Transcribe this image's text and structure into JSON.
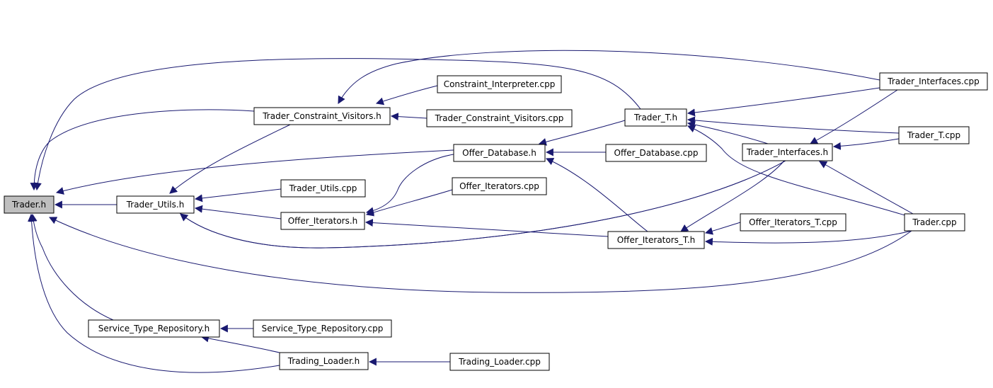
{
  "graph": {
    "focus": "Trader.h",
    "colors": {
      "edge": "#191970",
      "node_fill": "#ffffff",
      "focus_fill": "#bfbfbf",
      "node_border": "#000000"
    },
    "nodes": [
      {
        "id": "trader_h",
        "label": "Trader.h",
        "focus": true
      },
      {
        "id": "trader_utils_h",
        "label": "Trader_Utils.h"
      },
      {
        "id": "tcv_h",
        "label": "Trader_Constraint_Visitors.h"
      },
      {
        "id": "ci_cpp",
        "label": "Constraint_Interpreter.cpp"
      },
      {
        "id": "tcv_cpp",
        "label": "Trader_Constraint_Visitors.cpp"
      },
      {
        "id": "trader_utils_cpp",
        "label": "Trader_Utils.cpp"
      },
      {
        "id": "offer_iterators_h",
        "label": "Offer_Iterators.h"
      },
      {
        "id": "offer_iterators_cpp",
        "label": "Offer_Iterators.cpp"
      },
      {
        "id": "offer_database_h",
        "label": "Offer_Database.h"
      },
      {
        "id": "offer_database_cpp",
        "label": "Offer_Database.cpp"
      },
      {
        "id": "trader_t_h",
        "label": "Trader_T.h"
      },
      {
        "id": "trader_interfaces_h",
        "label": "Trader_Interfaces.h"
      },
      {
        "id": "trader_interfaces_cpp",
        "label": "Trader_Interfaces.cpp"
      },
      {
        "id": "trader_t_cpp",
        "label": "Trader_T.cpp"
      },
      {
        "id": "trader_cpp",
        "label": "Trader.cpp"
      },
      {
        "id": "offer_iterators_t_h",
        "label": "Offer_Iterators_T.h"
      },
      {
        "id": "offer_iterators_t_cpp",
        "label": "Offer_Iterators_T.cpp"
      },
      {
        "id": "str_h",
        "label": "Service_Type_Repository.h"
      },
      {
        "id": "str_cpp",
        "label": "Service_Type_Repository.cpp"
      },
      {
        "id": "trading_loader_h",
        "label": "Trading_Loader.h"
      },
      {
        "id": "trading_loader_cpp",
        "label": "Trading_Loader.cpp"
      }
    ],
    "edges": [
      {
        "from": "trader_utils_h",
        "to": "trader_h"
      },
      {
        "from": "tcv_h",
        "to": "trader_h"
      },
      {
        "from": "offer_database_h",
        "to": "trader_h"
      },
      {
        "from": "trader_t_h",
        "to": "trader_h"
      },
      {
        "from": "trader_interfaces_h",
        "to": "trader_h"
      },
      {
        "from": "trader_cpp",
        "to": "trader_h"
      },
      {
        "from": "str_h",
        "to": "trader_h"
      },
      {
        "from": "trading_loader_h",
        "to": "trader_h"
      },
      {
        "from": "ci_cpp",
        "to": "tcv_h"
      },
      {
        "from": "tcv_cpp",
        "to": "tcv_h"
      },
      {
        "from": "trader_interfaces_cpp",
        "to": "tcv_h"
      },
      {
        "from": "tcv_h",
        "to": "trader_utils_h"
      },
      {
        "from": "trader_utils_cpp",
        "to": "trader_utils_h"
      },
      {
        "from": "offer_iterators_h",
        "to": "trader_utils_h"
      },
      {
        "from": "trader_interfaces_h",
        "to": "trader_utils_h"
      },
      {
        "from": "offer_iterators_cpp",
        "to": "offer_iterators_h"
      },
      {
        "from": "offer_database_h",
        "to": "offer_iterators_h"
      },
      {
        "from": "offer_iterators_t_h",
        "to": "offer_iterators_h"
      },
      {
        "from": "offer_database_cpp",
        "to": "offer_database_h"
      },
      {
        "from": "trader_t_h",
        "to": "offer_database_h"
      },
      {
        "from": "offer_iterators_t_h",
        "to": "offer_database_h"
      },
      {
        "from": "trader_interfaces_cpp",
        "to": "trader_t_h"
      },
      {
        "from": "trader_t_cpp",
        "to": "trader_t_h"
      },
      {
        "from": "trader_interfaces_h",
        "to": "trader_t_h"
      },
      {
        "from": "trader_cpp",
        "to": "trader_t_h"
      },
      {
        "from": "trader_interfaces_cpp",
        "to": "trader_interfaces_h"
      },
      {
        "from": "trader_t_cpp",
        "to": "trader_interfaces_h"
      },
      {
        "from": "trader_cpp",
        "to": "trader_interfaces_h"
      },
      {
        "from": "trader_interfaces_h",
        "to": "offer_iterators_t_h"
      },
      {
        "from": "offer_iterators_t_cpp",
        "to": "offer_iterators_t_h"
      },
      {
        "from": "trader_cpp",
        "to": "offer_iterators_t_h"
      },
      {
        "from": "str_cpp",
        "to": "str_h"
      },
      {
        "from": "trading_loader_h",
        "to": "str_h"
      },
      {
        "from": "trading_loader_cpp",
        "to": "trading_loader_h"
      }
    ]
  }
}
